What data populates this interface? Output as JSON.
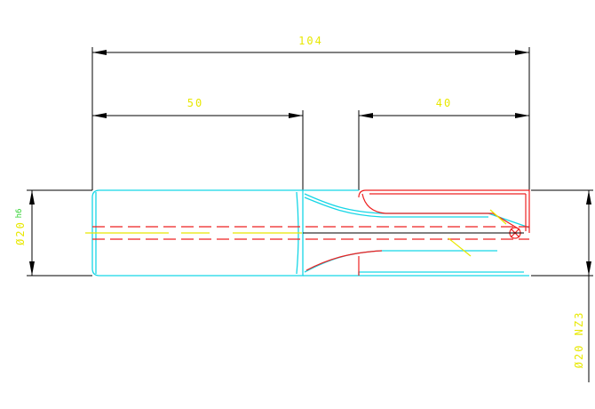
{
  "dimensions": {
    "overall_length": "104",
    "shank_length": "50",
    "head_length": "40",
    "shank_diameter": "Ø20",
    "shank_tolerance": "h6",
    "head_diameter": "Ø20 NZ3"
  },
  "colors": {
    "dimension_lines": "#000000",
    "shank_outline": "#16d6e6",
    "cutting_head": "#ee2020",
    "centerline_and_text": "#e8e800",
    "tolerance_text": "#2fd22f"
  }
}
